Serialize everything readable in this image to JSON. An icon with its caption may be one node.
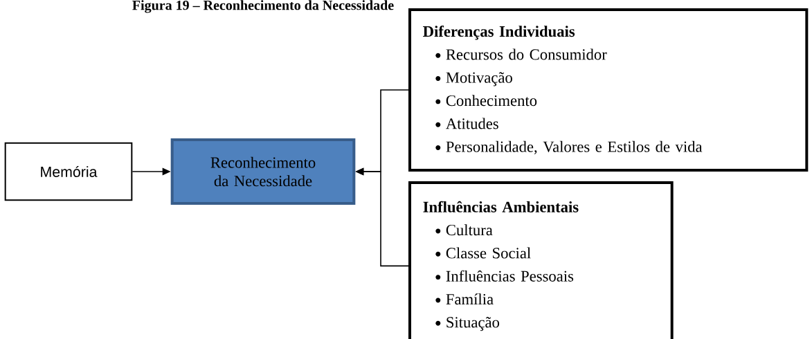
{
  "diagram": {
    "title": "Figura 19 – Reconhecimento da Necessidade",
    "nodes": [
      {
        "text": [
          "Memória"
        ]
      },
      {
        "text": [
          "Reconhecimento da Necessidade"
        ]
      },
      {
        "text": [
          "Diferenças Individuais",
          "Recursos do Consumidor",
          "Motivação",
          "Conhecimento",
          "Atitudes",
          "Personalidade, Valores e Estilos de vida"
        ]
      },
      {
        "text": [
          "Influências Ambientais",
          "Cultura",
          "Classe Social",
          "Influências Pessoais",
          "Família",
          "Situação"
        ]
      }
    ],
    "edges": [
      {
        "from": 0,
        "to": 1,
        "arrow": "to"
      },
      {
        "from": 2,
        "to": 1,
        "arrow": "to"
      },
      {
        "from": 3,
        "to": 1,
        "arrow": "to"
      }
    ]
  }
}
